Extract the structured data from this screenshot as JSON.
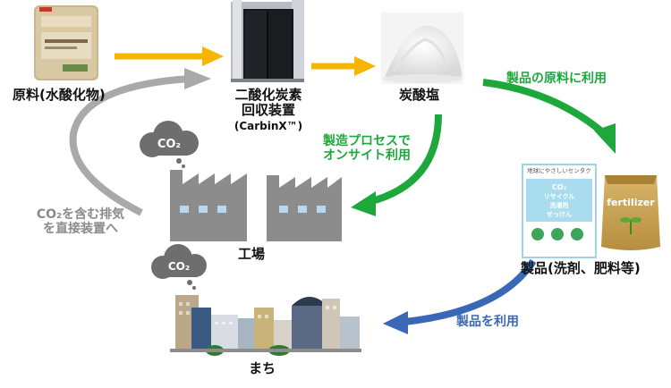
{
  "nodes": {
    "raw_material": "原料(水酸化物)",
    "capture_line1": "二酸化炭素",
    "capture_line2": "回収装置",
    "capture_line3": "(CarbinX™)",
    "carbonate": "炭酸塩",
    "products": "製品(洗剤、肥料等)",
    "factory": "工場",
    "town": "まち"
  },
  "edges": {
    "to_products": "製品の原料に利用",
    "onsite_line1": "製造プロセスで",
    "onsite_line2": "オンサイト利用",
    "use_products": "製品を利用",
    "exhaust_line1": "CO₂を含む排気",
    "exhaust_line2": "を直接装置へ"
  },
  "clouds": {
    "factory_cloud": "CO₂",
    "town_cloud": "CO₂"
  },
  "package_text": {
    "poster_header": "地球にやさしいセンタク",
    "poster_line1": "CO₂",
    "poster_line2": "リサイクル",
    "poster_line3": "洗濯用",
    "poster_line4": "せっけん",
    "bag_label": "fertilizer"
  },
  "colors": {
    "yellow_arrow": "#f7b500",
    "green_arrow": "#1ea83c",
    "blue_arrow": "#3a68b7",
    "gray_arrow": "#a9a9a9",
    "factory": "#8c8c8c"
  }
}
